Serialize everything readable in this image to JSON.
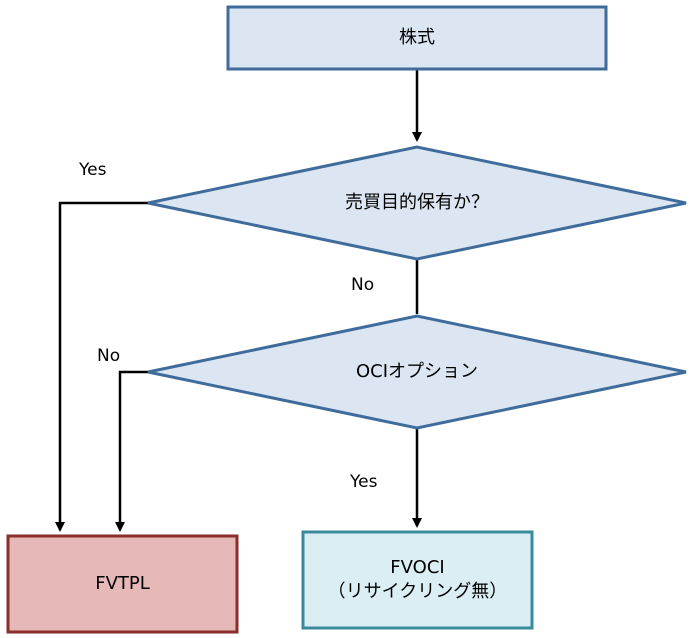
{
  "nodes": {
    "start": {
      "label": "株式"
    },
    "decision1": {
      "label": "売買目的保有か？"
    },
    "decision2": {
      "label": "OCIオプション"
    },
    "fvtpl": {
      "label": "FVTPL"
    },
    "fvoci": {
      "line1": "FVOCI",
      "line2": "（リサイクリング無）"
    }
  },
  "edges": {
    "d1_yes": "Yes",
    "d1_no": "No",
    "d2_no": "No",
    "d2_yes": "Yes"
  },
  "colors": {
    "start_fill": "#dce6f2",
    "start_border": "#3f6c9b",
    "decision_fill": "#dce6f2",
    "decision_border": "#3f6c9b",
    "fvtpl_fill": "#e6b8b7",
    "fvtpl_border": "#8b2e2e",
    "fvoci_fill": "#dbeef4",
    "fvoci_border": "#3a8a9e",
    "line": "#000000"
  }
}
